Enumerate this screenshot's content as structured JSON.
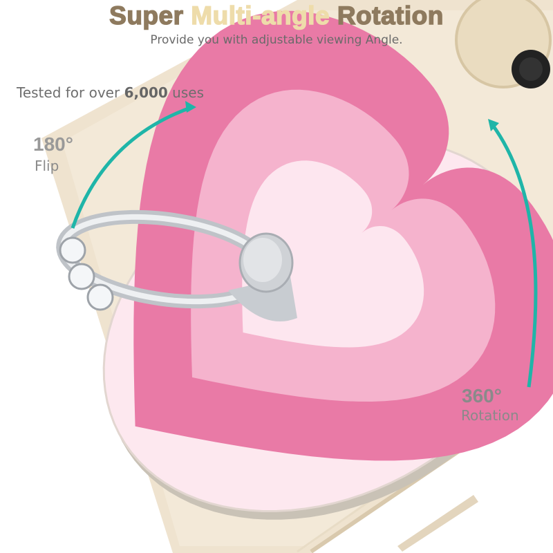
{
  "header": {
    "title_part1": "Super ",
    "title_part2": "Multi-angle",
    "title_part3": " Rotation",
    "subtitle": "Provide you with adjustable viewing Angle."
  },
  "callouts": {
    "tested_prefix": "Tested for over ",
    "tested_count": "6,000",
    "tested_suffix": " uses",
    "flip_degrees": "180°",
    "flip_label": "Flip",
    "rotation_degrees": "360°",
    "rotation_label": "Rotation"
  },
  "colors": {
    "arrow": "#1fb5a8",
    "heart_outer": "#e97aa6",
    "heart_middle": "#f5b3cd",
    "heart_inner": "#fde6ef",
    "disc": "#fde8ef",
    "phone": "#efe3cf"
  }
}
